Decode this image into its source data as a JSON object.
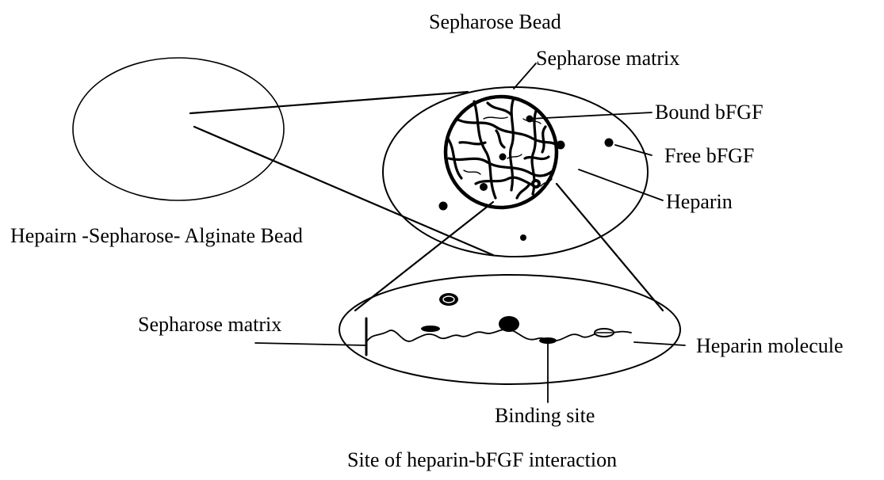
{
  "labels": {
    "sepharose_bead": "Sepharose Bead",
    "sepharose_matrix_top": "Sepharose matrix",
    "bound_bfgf": "Bound bFGF",
    "free_bfgf": "Free bFGF",
    "heparin": "Heparin",
    "alginate_bead": "Hepairn -Sepharose- Alginate Bead",
    "sepharose_matrix_bottom": "Sepharose matrix",
    "heparin_molecule": "Heparin molecule",
    "binding_site": "Binding site",
    "interaction_site": "Site of heparin-bFGF interaction"
  },
  "colors": {
    "ink": "#000000",
    "background": "#ffffff"
  }
}
